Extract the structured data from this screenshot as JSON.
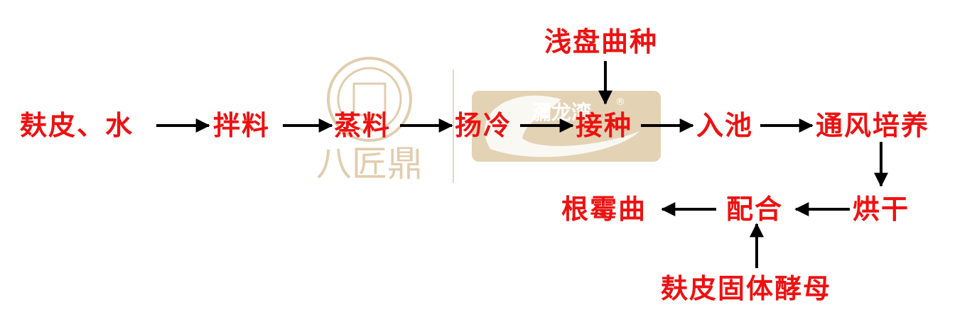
{
  "colors": {
    "node_text": "#ee1111",
    "arrow": "#000000",
    "watermark": "#c9a66b"
  },
  "watermark": {
    "left_logo_text": "八匠鼎",
    "right_logo_text": "瀰龙湾",
    "registered_mark": "®"
  },
  "nodes": {
    "bran_water": "麸皮、水",
    "mixing": "拌料",
    "steaming": "蒸料",
    "cooling": "扬冷",
    "inoculation": "接种",
    "shallow_tray_starter": "浅盘曲种",
    "into_pool": "入池",
    "ventilated_cultivation": "通风培养",
    "drying": "烘干",
    "blending": "配合",
    "bran_solid_yeast": "麸皮固体酵母",
    "root_mold_koji": "根霉曲"
  }
}
